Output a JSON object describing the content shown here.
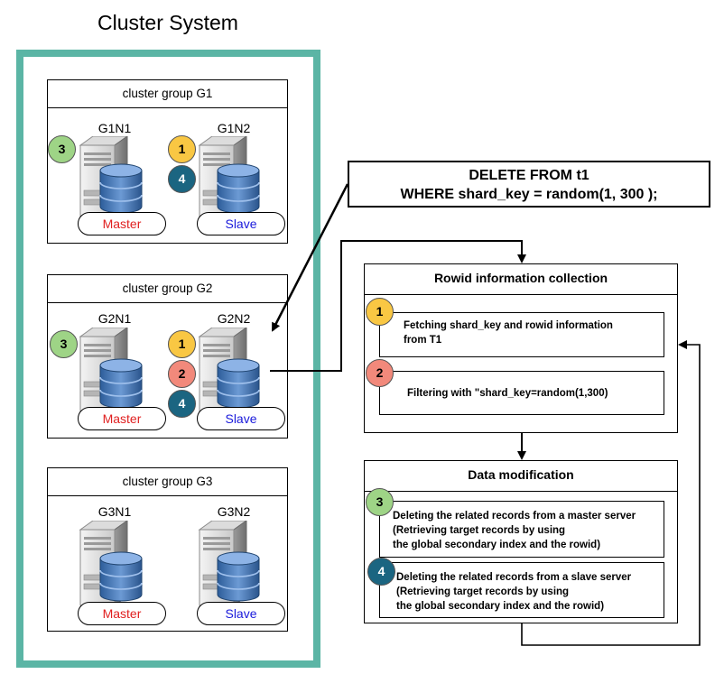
{
  "title": "Cluster System",
  "groups": [
    {
      "title": "cluster group G1",
      "nodes": [
        {
          "name": "G1N1",
          "role": "Master"
        },
        {
          "name": "G1N2",
          "role": "Slave"
        }
      ]
    },
    {
      "title": "cluster group G2",
      "nodes": [
        {
          "name": "G2N1",
          "role": "Master"
        },
        {
          "name": "G2N2",
          "role": "Slave"
        }
      ]
    },
    {
      "title": "cluster group G3",
      "nodes": [
        {
          "name": "G3N1",
          "role": "Master"
        },
        {
          "name": "G3N2",
          "role": "Slave"
        }
      ]
    }
  ],
  "sql": {
    "line1": "DELETE FROM t1",
    "line2": "WHERE shard_key = random(1, 300 );"
  },
  "badges": {
    "one": "1",
    "two": "2",
    "three": "3",
    "four": "4"
  },
  "rowid_panel": {
    "title": "Rowid information collection",
    "step1_line1": "Fetching shard_key and rowid information",
    "step1_line2": "from T1",
    "step2": "Filtering with \"shard_key=random(1,300)"
  },
  "data_panel": {
    "title": "Data modification",
    "step3_line1": "Deleting the related records from a master server",
    "step3_line2": "(Retrieving target records by using",
    "step3_line3": "the global secondary index and the rowid)",
    "step4_line1": "Deleting the related records from a slave server",
    "step4_line2": "(Retrieving target records by using",
    "step4_line3": "the global secondary index and the rowid)"
  },
  "colors": {
    "frame": "#5bb5a5",
    "master_text": "#e02020",
    "slave_text": "#1a1adb",
    "badge_green": "#9ed486",
    "badge_yellow": "#f9c743",
    "badge_red": "#f2897b",
    "badge_blue": "#1b6581"
  }
}
